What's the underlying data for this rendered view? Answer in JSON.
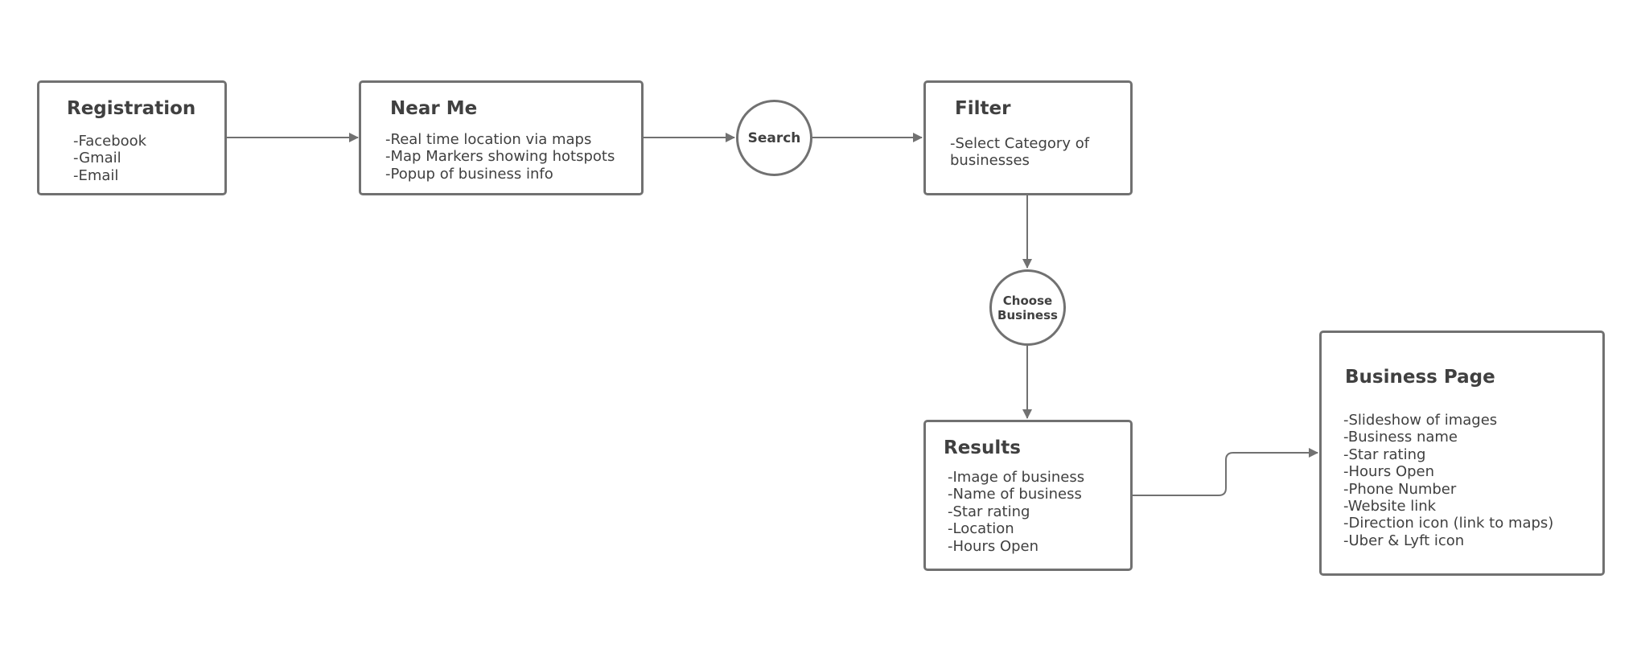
{
  "diagram": {
    "nodes": {
      "registration": {
        "title": "Registration",
        "lines": [
          "-Facebook",
          "-Gmail",
          "-Email"
        ]
      },
      "near_me": {
        "title": "Near Me",
        "lines": [
          "-Real time location via maps",
          "-Map Markers showing hotspots",
          "-Popup of business info"
        ]
      },
      "search": {
        "label": "Search"
      },
      "filter": {
        "title": "Filter",
        "lines": [
          "-Select Category of businesses"
        ]
      },
      "choose_business": {
        "label_line1": "Choose",
        "label_line2": "Business"
      },
      "results": {
        "title": "Results",
        "lines": [
          "-Image of business",
          "-Name of business",
          "-Star rating",
          "-Location",
          "-Hours Open"
        ]
      },
      "business_page": {
        "title": "Business Page",
        "lines": [
          "-Slideshow of images",
          "-Business name",
          "-Star rating",
          "-Hours Open",
          "-Phone Number",
          "-Website link",
          "-Direction icon (link to maps)",
          "-Uber & Lyft icon"
        ]
      }
    },
    "edges": [
      {
        "from": "registration",
        "to": "near_me"
      },
      {
        "from": "near_me",
        "to": "search"
      },
      {
        "from": "search",
        "to": "filter"
      },
      {
        "from": "filter",
        "to": "choose_business"
      },
      {
        "from": "choose_business",
        "to": "results"
      },
      {
        "from": "results",
        "to": "business_page"
      }
    ],
    "colors": {
      "stroke": "#717171",
      "text": "#404040",
      "background": "#ffffff"
    }
  }
}
